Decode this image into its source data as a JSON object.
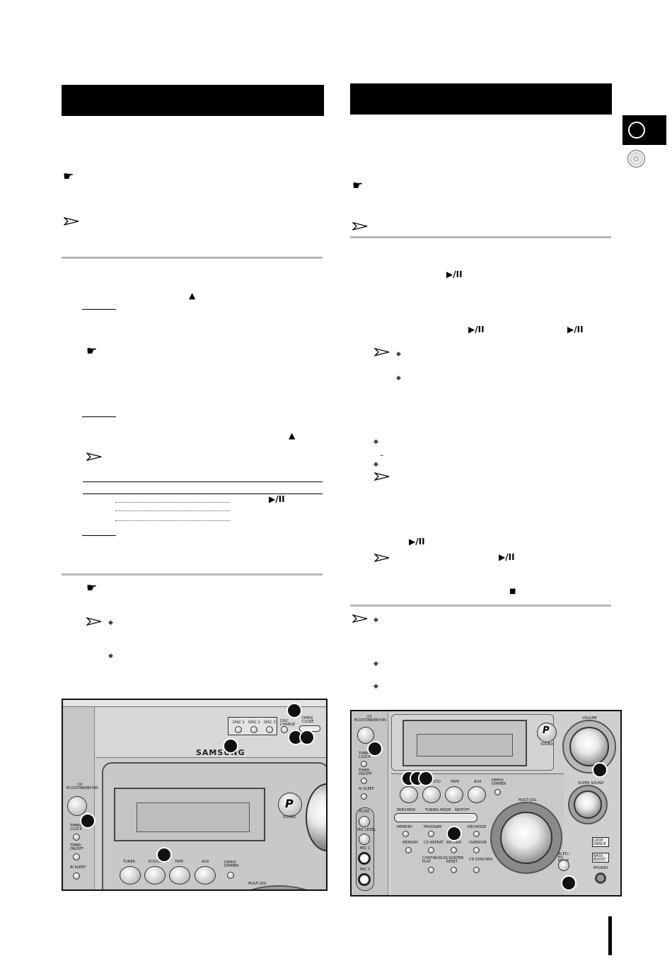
{
  "left_section": {
    "header_title": "",
    "symbols": {
      "eject": "▲",
      "play_pause": "▶/II"
    }
  },
  "right_section": {
    "header_title": "",
    "symbols": {
      "play_pause": "▶/II",
      "stop": "■",
      "dash": "–"
    }
  },
  "left_device": {
    "labels": {
      "disc1": "DISC 1",
      "disc2": "DISC 2",
      "disc3": "DISC 3",
      "disc_change": "DISC CHANGE",
      "open_close": "OPEN/ CLOSE",
      "brand": "SAMSUNG",
      "standby": "⏻/I ECO/STANDBY/ON",
      "timer_clock": "TIMER/ CLOCK",
      "timer_onoff": "TIMER ON/OFF",
      "ai_sleep": "AI SLEEP",
      "tuner": "TUNER",
      "vcd": "VCD/CD",
      "tape": "TAPE",
      "aux": "AUX",
      "demo": "DEMO/ DIMMER",
      "multi_jog": "MULTI JOG",
      "sound": "SOUND",
      "p": "P"
    }
  },
  "right_device": {
    "labels": {
      "standby": "⏻/I ECO/STANDBY/ON",
      "timer_clock": "TIMER/ CLOCK",
      "timer_onoff": "TIMER ON/OFF",
      "ai_sleep": "AI SLEEP",
      "echo": "ECHO",
      "mic_level": "MIC LEVEL",
      "mic1": "MIC 1",
      "mic2": "MIC 2",
      "vcd": "VCD/CD",
      "tape": "TAPE",
      "aux": "AUX",
      "demo": "DEMO/ DIMMER",
      "multi_jog": "MULTI JOG",
      "prev": "PREV/REW",
      "tuning": "TUNING MODE",
      "next": "NEXT/FF",
      "memory_top": "MEMORY",
      "program": "PROGRAM",
      "rev_mode": "REV.MODE",
      "memory": "MEMORY",
      "cd_repeat": "CD REPEAT",
      "record": "RECORD",
      "overdub": "OVERDUB",
      "continuous": "CONTINUOUS PLAY",
      "counter": "COUNTER RESET",
      "cd_synchro": "CD SYNCHRO",
      "volume": "VOLUME",
      "super_sound": "SUPER SOUND",
      "loop_dance": "LOOP DANCE",
      "bass": "BASS BOOST",
      "phones": "PHONES",
      "p": "P",
      "sound": "SOUND",
      "ai_eq": "AI EQ / EQ MODE"
    }
  }
}
